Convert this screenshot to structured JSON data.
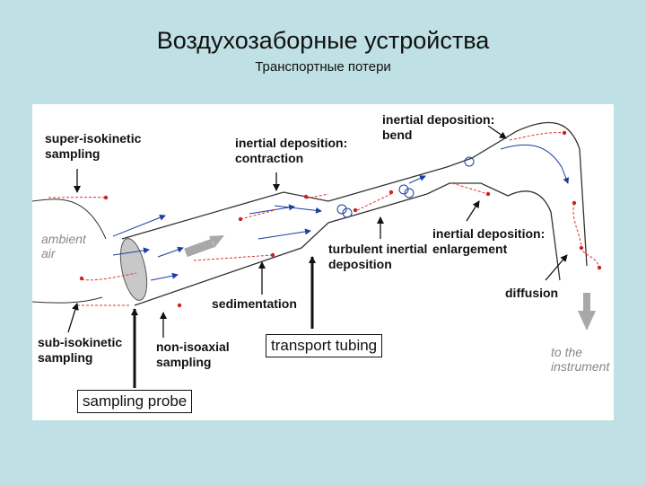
{
  "header": {
    "title": "Воздухозаборные устройства",
    "subtitle": "Транспортные потери"
  },
  "diagram": {
    "labels": {
      "super_isokinetic": [
        "super-isokinetic",
        "sampling"
      ],
      "inertial_contraction": [
        "inertial deposition:",
        "contraction"
      ],
      "inertial_bend": [
        "inertial deposition:",
        "bend"
      ],
      "turbulent_inertial": [
        "turbulent inertial",
        "deposition"
      ],
      "inertial_enlargement": [
        "inertial deposition:",
        "enlargement"
      ],
      "sedimentation": "sedimentation",
      "diffusion": "diffusion",
      "sub_isokinetic": [
        "sub-isokinetic",
        "sampling"
      ],
      "non_isoaxial": [
        "non-isoaxial",
        "sampling"
      ],
      "ambient_air": [
        "ambient",
        "air"
      ],
      "to_instrument": [
        "to the",
        "instrument"
      ],
      "transport_tubing": "transport tubing",
      "sampling_probe": "sampling probe"
    },
    "colors": {
      "tube": "#333333",
      "flow_line": "#1a3fa0",
      "particle_path": "#e23030",
      "deposit_dot": "#cc2222",
      "probe_face": "#c8c8c8",
      "flow_arrow": "#a8a8a8",
      "background": "#bfe0e4"
    }
  }
}
